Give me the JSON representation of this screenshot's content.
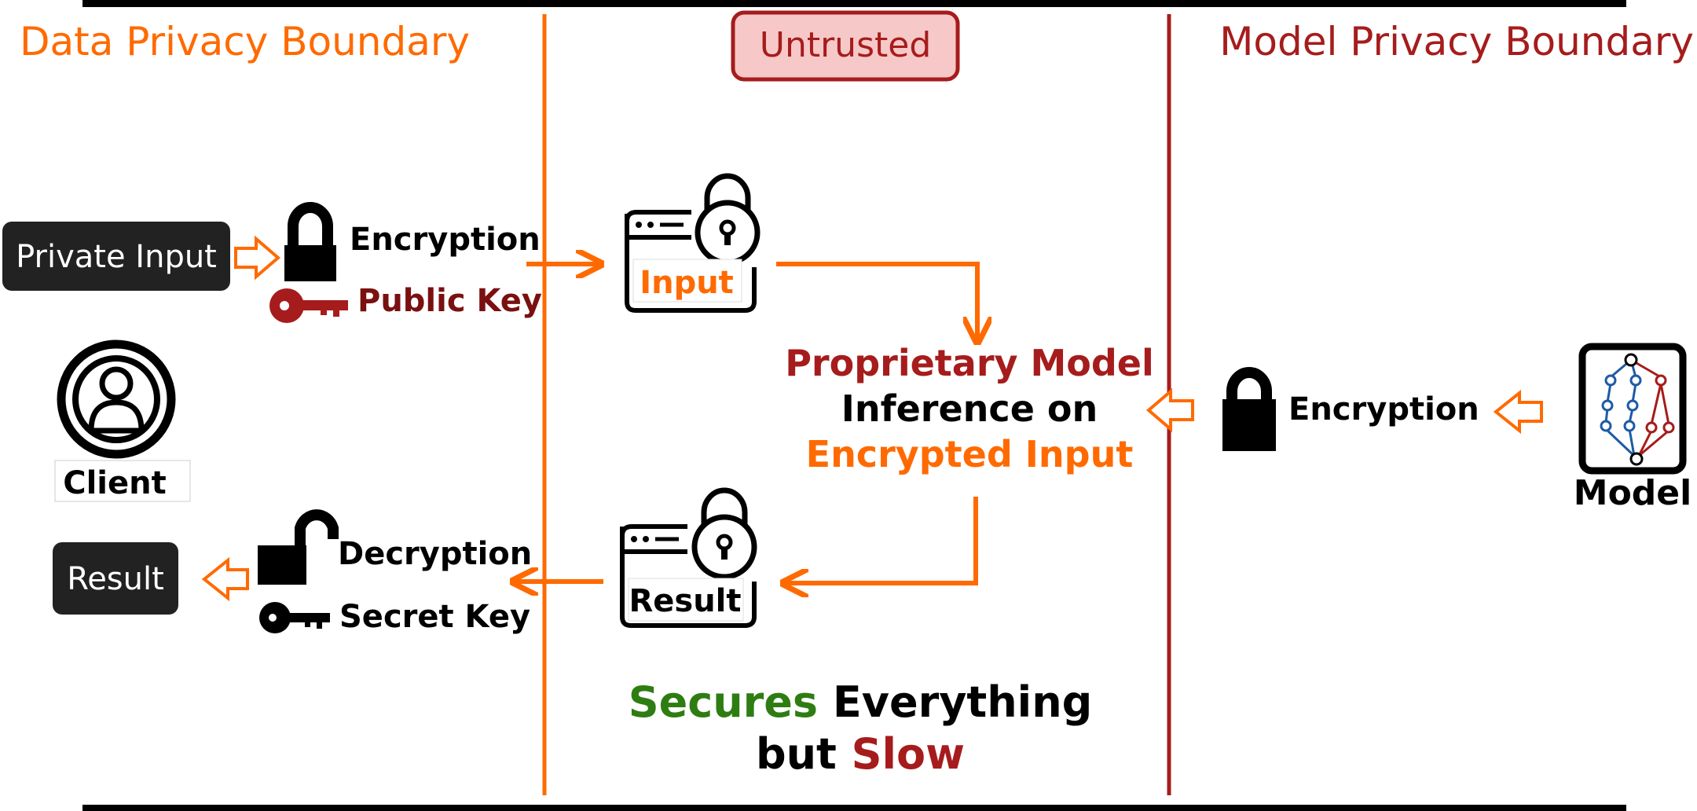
{
  "header": {
    "data_boundary": "Data Privacy Boundary",
    "untrusted": "Untrusted",
    "model_boundary": "Model Privacy Boundary"
  },
  "client_side": {
    "private_input": "Private Input",
    "encryption": "Encryption",
    "public_key": "Public Key",
    "client": "Client",
    "result": "Result",
    "decryption": "Decryption",
    "secret_key": "Secret Key"
  },
  "server_side": {
    "input_box": "Input",
    "result_box": "Result",
    "inference": {
      "line1": "Proprietary Model",
      "line2": "Inference on",
      "line3": "Encrypted Input"
    },
    "summary": {
      "part1": "Secures",
      "part2": " Everything",
      "part3": "but ",
      "part4": "Slow"
    }
  },
  "model_side": {
    "encryption": "Encryption",
    "model": "Model"
  },
  "colors": {
    "orange": "#ff6a00",
    "dark_red": "#a61c1c",
    "green": "#2e7d12",
    "black": "#000000",
    "badge_fill": "#f7c8c8"
  },
  "icons": [
    "lock-icon",
    "key-icon",
    "unlock-icon",
    "user-icon",
    "browser-lock-icon",
    "neural-network-icon"
  ]
}
